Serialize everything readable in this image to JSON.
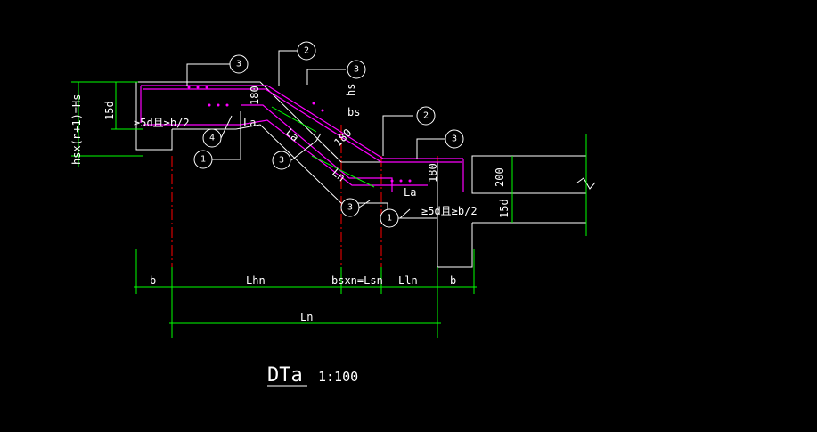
{
  "drawing": {
    "title": "DTa",
    "scale": "1:100"
  },
  "labels": {
    "hs_total": "hsx(n+1)=Hs",
    "d15_left": "15d",
    "d15_right": "15d",
    "five_d_left": "≥5d且≥b/2",
    "five_d_right": "≥5d且≥b/2",
    "la_1": "La",
    "la_2": "La",
    "la_3": "La",
    "ln_slope": "Ln",
    "dim_180_a": "180",
    "dim_180_b": "180",
    "dim_180_c": "180",
    "hs": "hs",
    "bs": "bs",
    "dim_200": "200"
  },
  "dimensions": {
    "b_left": "b",
    "lhn": "Lhn",
    "bsxn": "bsxn=Lsn",
    "lln": "Lln",
    "b_right": "b",
    "ln": "Ln"
  },
  "callouts": [
    "2",
    "3",
    "3",
    "2",
    "3",
    "4",
    "1",
    "3",
    "3",
    "1"
  ],
  "colors": {
    "background": "#000000",
    "outline": "#ffffff",
    "rebar": "#ff00ff",
    "dimension": "#00ff00",
    "axis": "#ff0000",
    "text": "#ffffff"
  }
}
